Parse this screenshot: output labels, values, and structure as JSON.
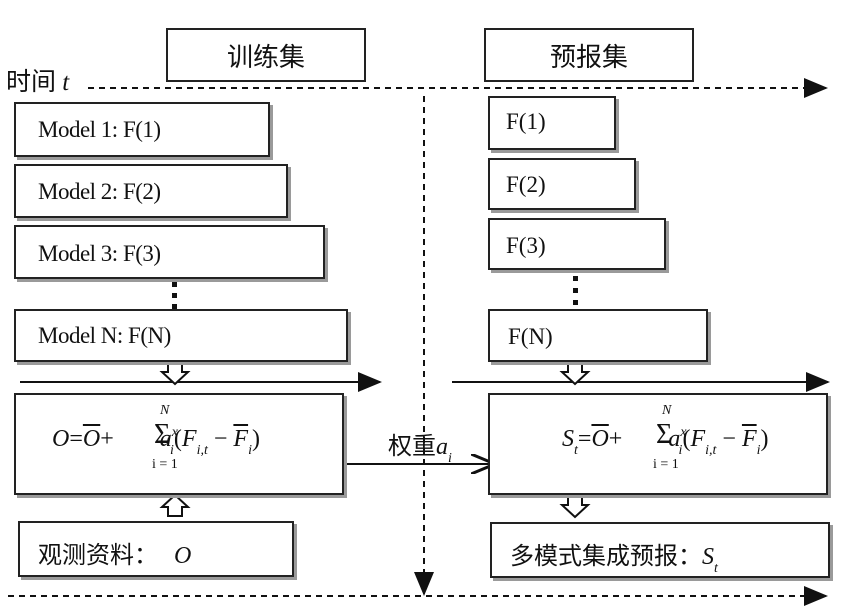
{
  "headers": {
    "training": "训练集",
    "forecast": "预报集"
  },
  "time_axis": {
    "label": "时间",
    "var": "t"
  },
  "training_models": [
    "Model 1: F(1)",
    "Model 2: F(2)",
    "Model 3: F(3)",
    "Model N: F(N)"
  ],
  "forecast_models": [
    "F(1)",
    "F(2)",
    "F(3)",
    "F(N)"
  ],
  "training_formula": {
    "lhs": "O",
    "sum_upper": "N",
    "sum_lower": "i = 1",
    "text": "O = Ō + Σ a_i^x (F_i,t − F̄_i)"
  },
  "forecast_formula": {
    "lhs": "S",
    "lhs_sub": "t",
    "sum_upper": "N",
    "sum_lower": "i = 1",
    "text": "S_t = Ō + Σ a_i^x (F_i,t − F̄_i)"
  },
  "weight_label": {
    "text": "权重",
    "var": "a",
    "sub": "i"
  },
  "observation": {
    "text": "观测资料：",
    "var": "O"
  },
  "ensemble_output": {
    "text": "多模式集成预报：",
    "var": "S",
    "sub": "t"
  }
}
